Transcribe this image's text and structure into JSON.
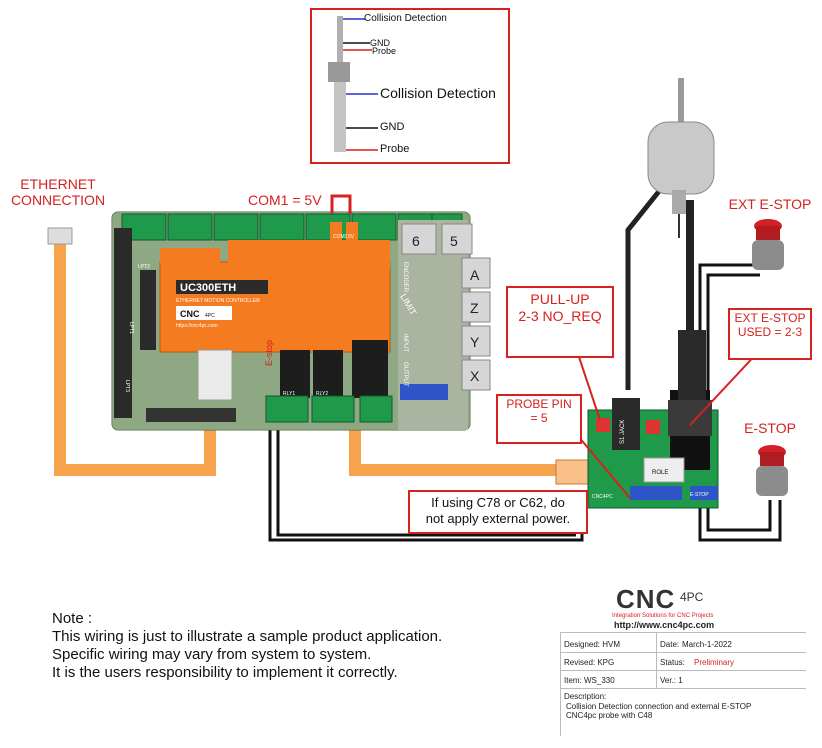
{
  "jack_diagram": {
    "small_labels": {
      "collision": "Collision Detection",
      "gnd": "GND",
      "probe": "Probe"
    },
    "large_labels": {
      "collision": "Collision Detection",
      "gnd": "GND",
      "probe": "Probe"
    }
  },
  "labels": {
    "ethernet": "ETHERNET\nCONNECTION",
    "com1": "COM1  = 5V",
    "ext_estop": "EXT E-STOP",
    "estop": "E-STOP"
  },
  "callouts": {
    "pullup": "PULL-UP\n2-3 NO_REQ",
    "ext_estop_used": "EXT E-STOP\nUSED = 2-3",
    "probe_pin": "PROBE PIN\n= 5",
    "power_note": "If using C78 or C62, do\nnot apply external power."
  },
  "board": {
    "name": "UC300ETH",
    "subtitle": "ETHERNET MOTION CONTROLLER",
    "logo_main": "CNC",
    "logo_sub": "4PC",
    "url": "https://cnc4pc.com",
    "estop_label": "E-stop",
    "relay1": "RLY1",
    "relay2": "RLY2",
    "lpt2": "LPT2",
    "lpt1": "LPT1",
    "lpt3": "LPT3",
    "com1": "COM1",
    "v5": "5V",
    "btn_6": "6",
    "btn_5": "5",
    "btn_a": "A",
    "btn_z": "Z",
    "btn_y": "Y",
    "btn_x": "X",
    "encoder": "ENCODER",
    "limit": "LIMIT",
    "input": "INPUT",
    "output": "OUTPUT"
  },
  "c48": {
    "jack": "S1 JACK",
    "role": "ROLE",
    "estop": "E-STOP",
    "logo": "CNC4PC"
  },
  "note": {
    "title": "Note :",
    "lines": [
      "This wiring is just to illustrate a sample product application.",
      "Specific wiring may vary from system to system.",
      "It is the users responsibility to implement it correctly."
    ]
  },
  "title_block": {
    "logo_main": "CNC",
    "logo_sub": "4PC",
    "tagline": "Integration Solutions for CNC Projects",
    "url": "http://www.cnc4pc.com",
    "designed": "Designed:  HVM",
    "date_label": "Date:",
    "date": "March-1-2022",
    "revised": "Revised:  KPG",
    "status_label": "Status:",
    "status": "Preliminary",
    "item": "Item:  WS_330",
    "ver": "Ver.:  1",
    "description_label": "Description:",
    "description_lines": [
      "Collision Detection connection and external E-STOP",
      "CNC4pc probe with C48"
    ]
  },
  "colors": {
    "accent_red": "#d6211f",
    "board_orange": "#f47b20",
    "board_green": "#1f9a4a",
    "cable_orange": "#f7a24d",
    "button_red": "#d32027"
  }
}
